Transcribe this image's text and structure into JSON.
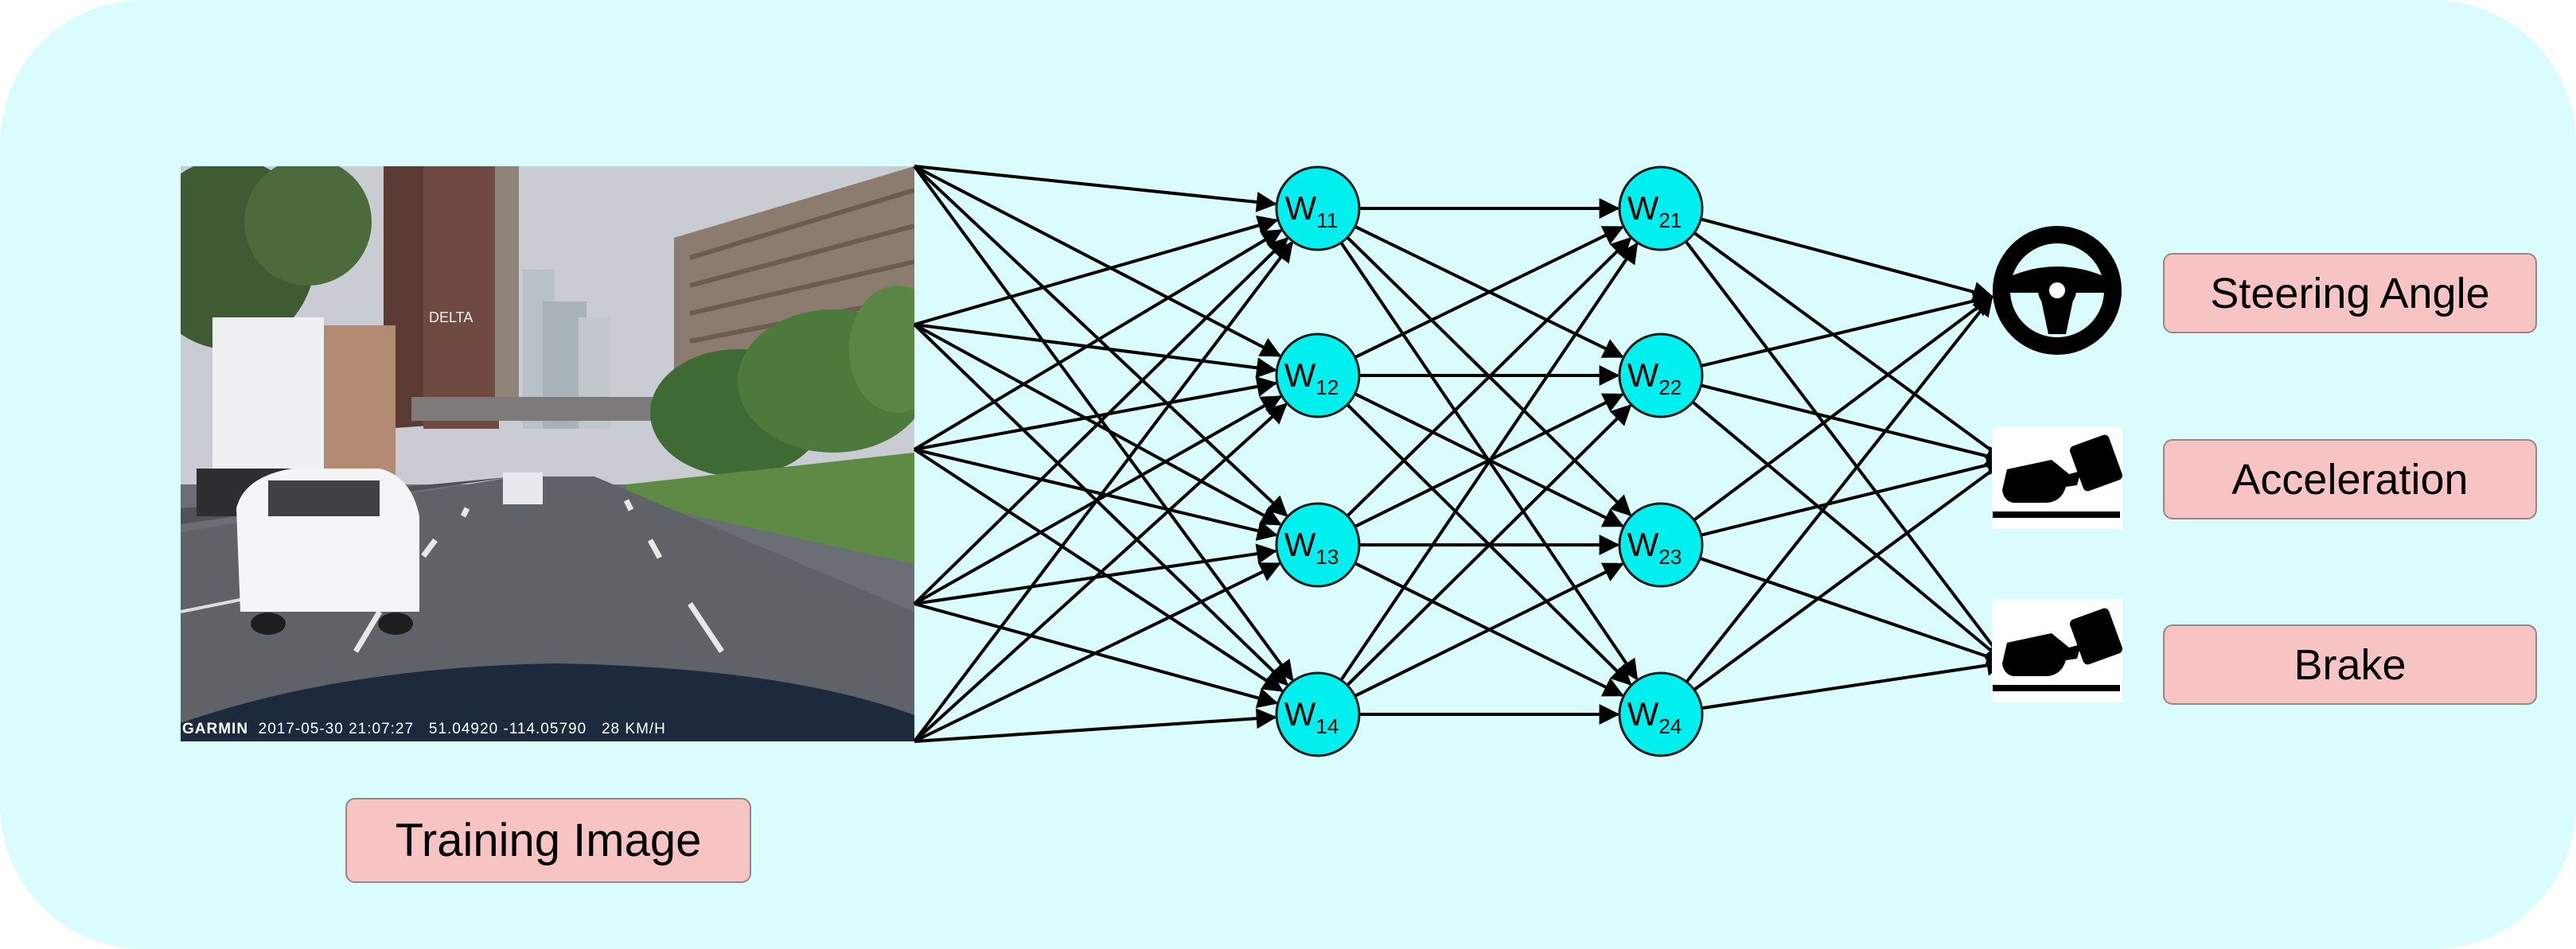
{
  "image": {
    "label": "Training Image",
    "overlay_brand": "GARMIN",
    "overlay_info": "2017-05-30 21:07:27   51.04920 -114.05790   28 KM/H",
    "sign_text": "DELTA"
  },
  "network": {
    "layer1": [
      {
        "main": "W",
        "sub": "11"
      },
      {
        "main": "W",
        "sub": "12"
      },
      {
        "main": "W",
        "sub": "13"
      },
      {
        "main": "W",
        "sub": "14"
      }
    ],
    "layer2": [
      {
        "main": "W",
        "sub": "21"
      },
      {
        "main": "W",
        "sub": "22"
      },
      {
        "main": "W",
        "sub": "23"
      },
      {
        "main": "W",
        "sub": "24"
      }
    ],
    "node_color": "#00f0f0"
  },
  "outputs": [
    {
      "label": "Steering Angle",
      "icon": "steering-wheel-icon"
    },
    {
      "label": "Acceleration",
      "icon": "accelerator-pedal-icon"
    },
    {
      "label": "Brake",
      "icon": "brake-pedal-icon"
    }
  ],
  "colors": {
    "background": "#dafcfc",
    "label_fill": "#f8c3c3",
    "label_border": "#9a8585",
    "node_fill": "#00f0f0"
  }
}
